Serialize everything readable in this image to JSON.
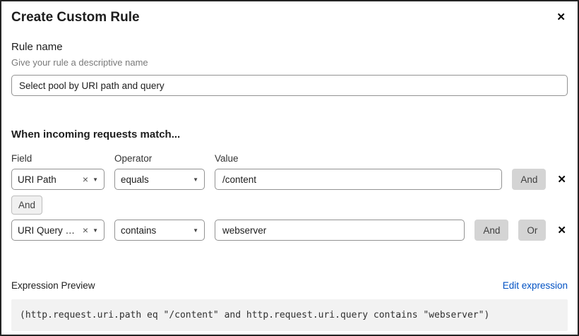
{
  "dialog": {
    "title": "Create Custom Rule",
    "close_icon": "✕"
  },
  "rule_name": {
    "label": "Rule name",
    "helper": "Give your rule a descriptive name",
    "value": "Select pool by URI path and query"
  },
  "match_section": {
    "heading": "When incoming requests match...",
    "columns": {
      "field": "Field",
      "operator": "Operator",
      "value": "Value"
    },
    "connector": "And",
    "rows": [
      {
        "field": "URI Path",
        "operator": "equals",
        "value": "/content",
        "and_label": "And",
        "remove_icon": "✕"
      },
      {
        "field": "URI Query St...",
        "operator": "contains",
        "value": "webserver",
        "and_label": "And",
        "or_label": "Or",
        "remove_icon": "✕"
      }
    ],
    "select_icons": {
      "clear": "×",
      "chevron": "▼"
    }
  },
  "expression": {
    "label": "Expression Preview",
    "edit_link": "Edit expression",
    "code": "(http.request.uri.path eq \"/content\" and http.request.uri.query contains \"webserver\")"
  }
}
